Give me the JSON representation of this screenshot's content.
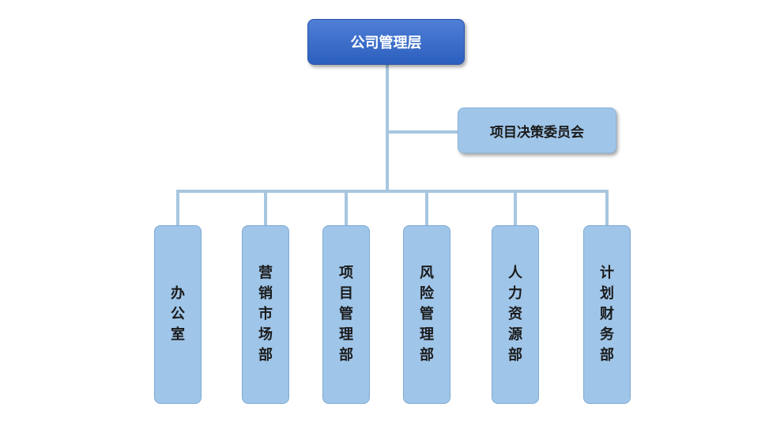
{
  "diagram": {
    "root": {
      "label": "公司管理层"
    },
    "committee": {
      "label": "项目决策委员会"
    },
    "departments": [
      {
        "label": "办公室"
      },
      {
        "label": "营销市场部"
      },
      {
        "label": "项目管理部"
      },
      {
        "label": "风险管理部"
      },
      {
        "label": "人力资源部"
      },
      {
        "label": "计划财务部"
      }
    ],
    "colors": {
      "root_fill": "#3b6cc9",
      "box_fill": "#9fc5e8",
      "connector": "#a7c6e0"
    }
  }
}
